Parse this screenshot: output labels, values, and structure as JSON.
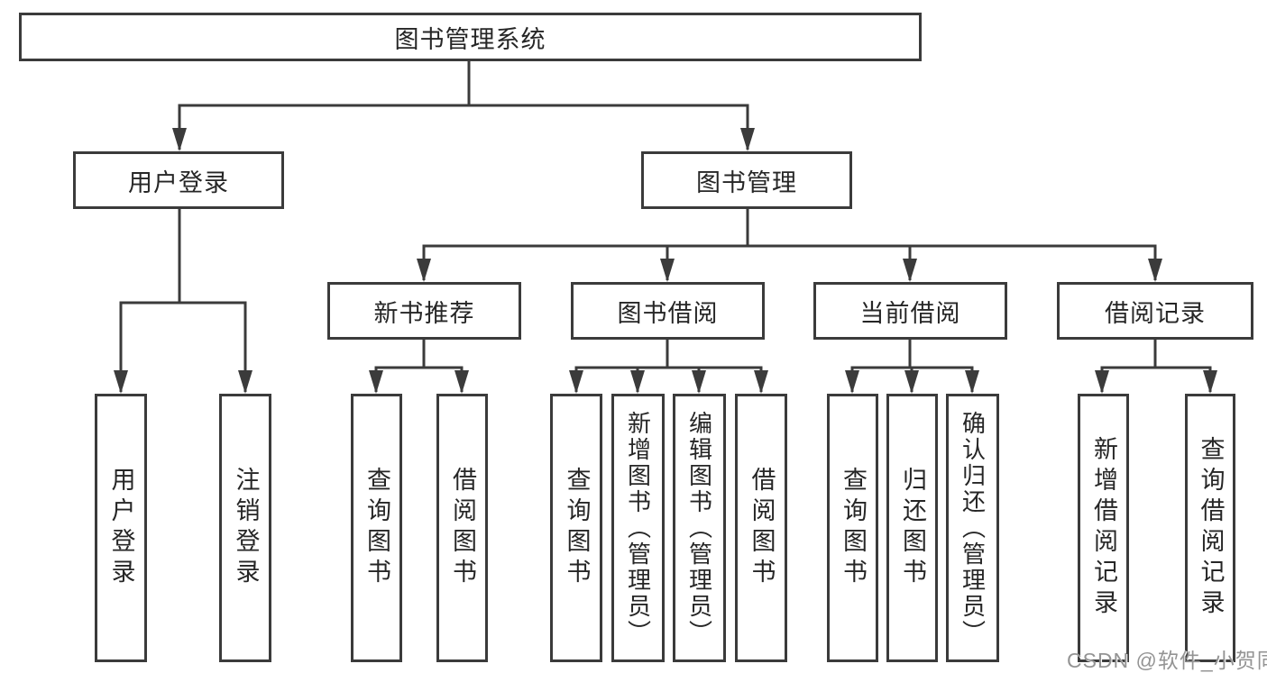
{
  "tree": {
    "root": {
      "label": "图书管理系统"
    },
    "branches": [
      {
        "label": "用户登录",
        "leaves": [
          "用户登录",
          "注销登录"
        ]
      },
      {
        "label": "图书管理",
        "groups": [
          {
            "label": "新书推荐",
            "leaves": [
              "查询图书",
              "借阅图书"
            ]
          },
          {
            "label": "图书借阅",
            "leaves": [
              "查询图书",
              "新增图书（管理员）",
              "编辑图书（管理员）",
              "借阅图书"
            ]
          },
          {
            "label": "当前借阅",
            "leaves": [
              "查询图书",
              "归还图书",
              "确认归还（管理员）"
            ]
          },
          {
            "label": "借阅记录",
            "leaves": [
              "新增借阅记录",
              "查询借阅记录"
            ]
          }
        ]
      }
    ]
  },
  "watermark": "CSDN @软件_小贺同学",
  "colors": {
    "line": "#3b3b3b",
    "text": "#262626",
    "background": "#ffffff",
    "watermark": "#949494"
  }
}
